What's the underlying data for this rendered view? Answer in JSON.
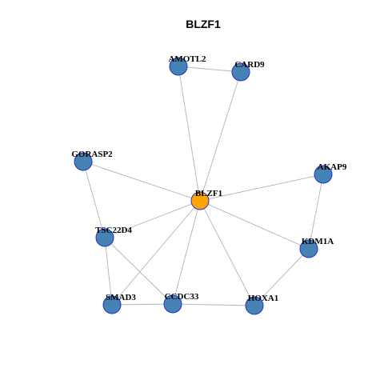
{
  "title": "BLZF1",
  "colors": {
    "hub": "#FFA500",
    "node": "#4682B4",
    "node_border": "#1E34C8",
    "edge": "#B4B4B4"
  },
  "nodes": [
    {
      "id": "BLZF1",
      "label": "BLZF1",
      "role": "hub"
    },
    {
      "id": "AMOTL2",
      "label": "AMOTL2",
      "role": "neighbor"
    },
    {
      "id": "CARD9",
      "label": "CARD9",
      "role": "neighbor"
    },
    {
      "id": "GORASP2",
      "label": "GORASP2",
      "role": "neighbor"
    },
    {
      "id": "AKAP9",
      "label": "AKAP9",
      "role": "neighbor"
    },
    {
      "id": "TSC22D4",
      "label": "TSC22D4",
      "role": "neighbor"
    },
    {
      "id": "KDM1A",
      "label": "KDM1A",
      "role": "neighbor"
    },
    {
      "id": "SMAD3",
      "label": "SMAD3",
      "role": "neighbor"
    },
    {
      "id": "CCDC33",
      "label": "CCDC33",
      "role": "neighbor"
    },
    {
      "id": "HOXA1",
      "label": "HOXA1",
      "role": "neighbor"
    }
  ],
  "edges": [
    [
      "BLZF1",
      "AMOTL2"
    ],
    [
      "BLZF1",
      "CARD9"
    ],
    [
      "BLZF1",
      "GORASP2"
    ],
    [
      "BLZF1",
      "AKAP9"
    ],
    [
      "BLZF1",
      "TSC22D4"
    ],
    [
      "BLZF1",
      "KDM1A"
    ],
    [
      "BLZF1",
      "SMAD3"
    ],
    [
      "BLZF1",
      "CCDC33"
    ],
    [
      "BLZF1",
      "HOXA1"
    ],
    [
      "AMOTL2",
      "CARD9"
    ],
    [
      "GORASP2",
      "TSC22D4"
    ],
    [
      "AKAP9",
      "KDM1A"
    ],
    [
      "TSC22D4",
      "SMAD3"
    ],
    [
      "TSC22D4",
      "CCDC33"
    ],
    [
      "KDM1A",
      "HOXA1"
    ],
    [
      "SMAD3",
      "CCDC33"
    ],
    [
      "CCDC33",
      "HOXA1"
    ]
  ]
}
